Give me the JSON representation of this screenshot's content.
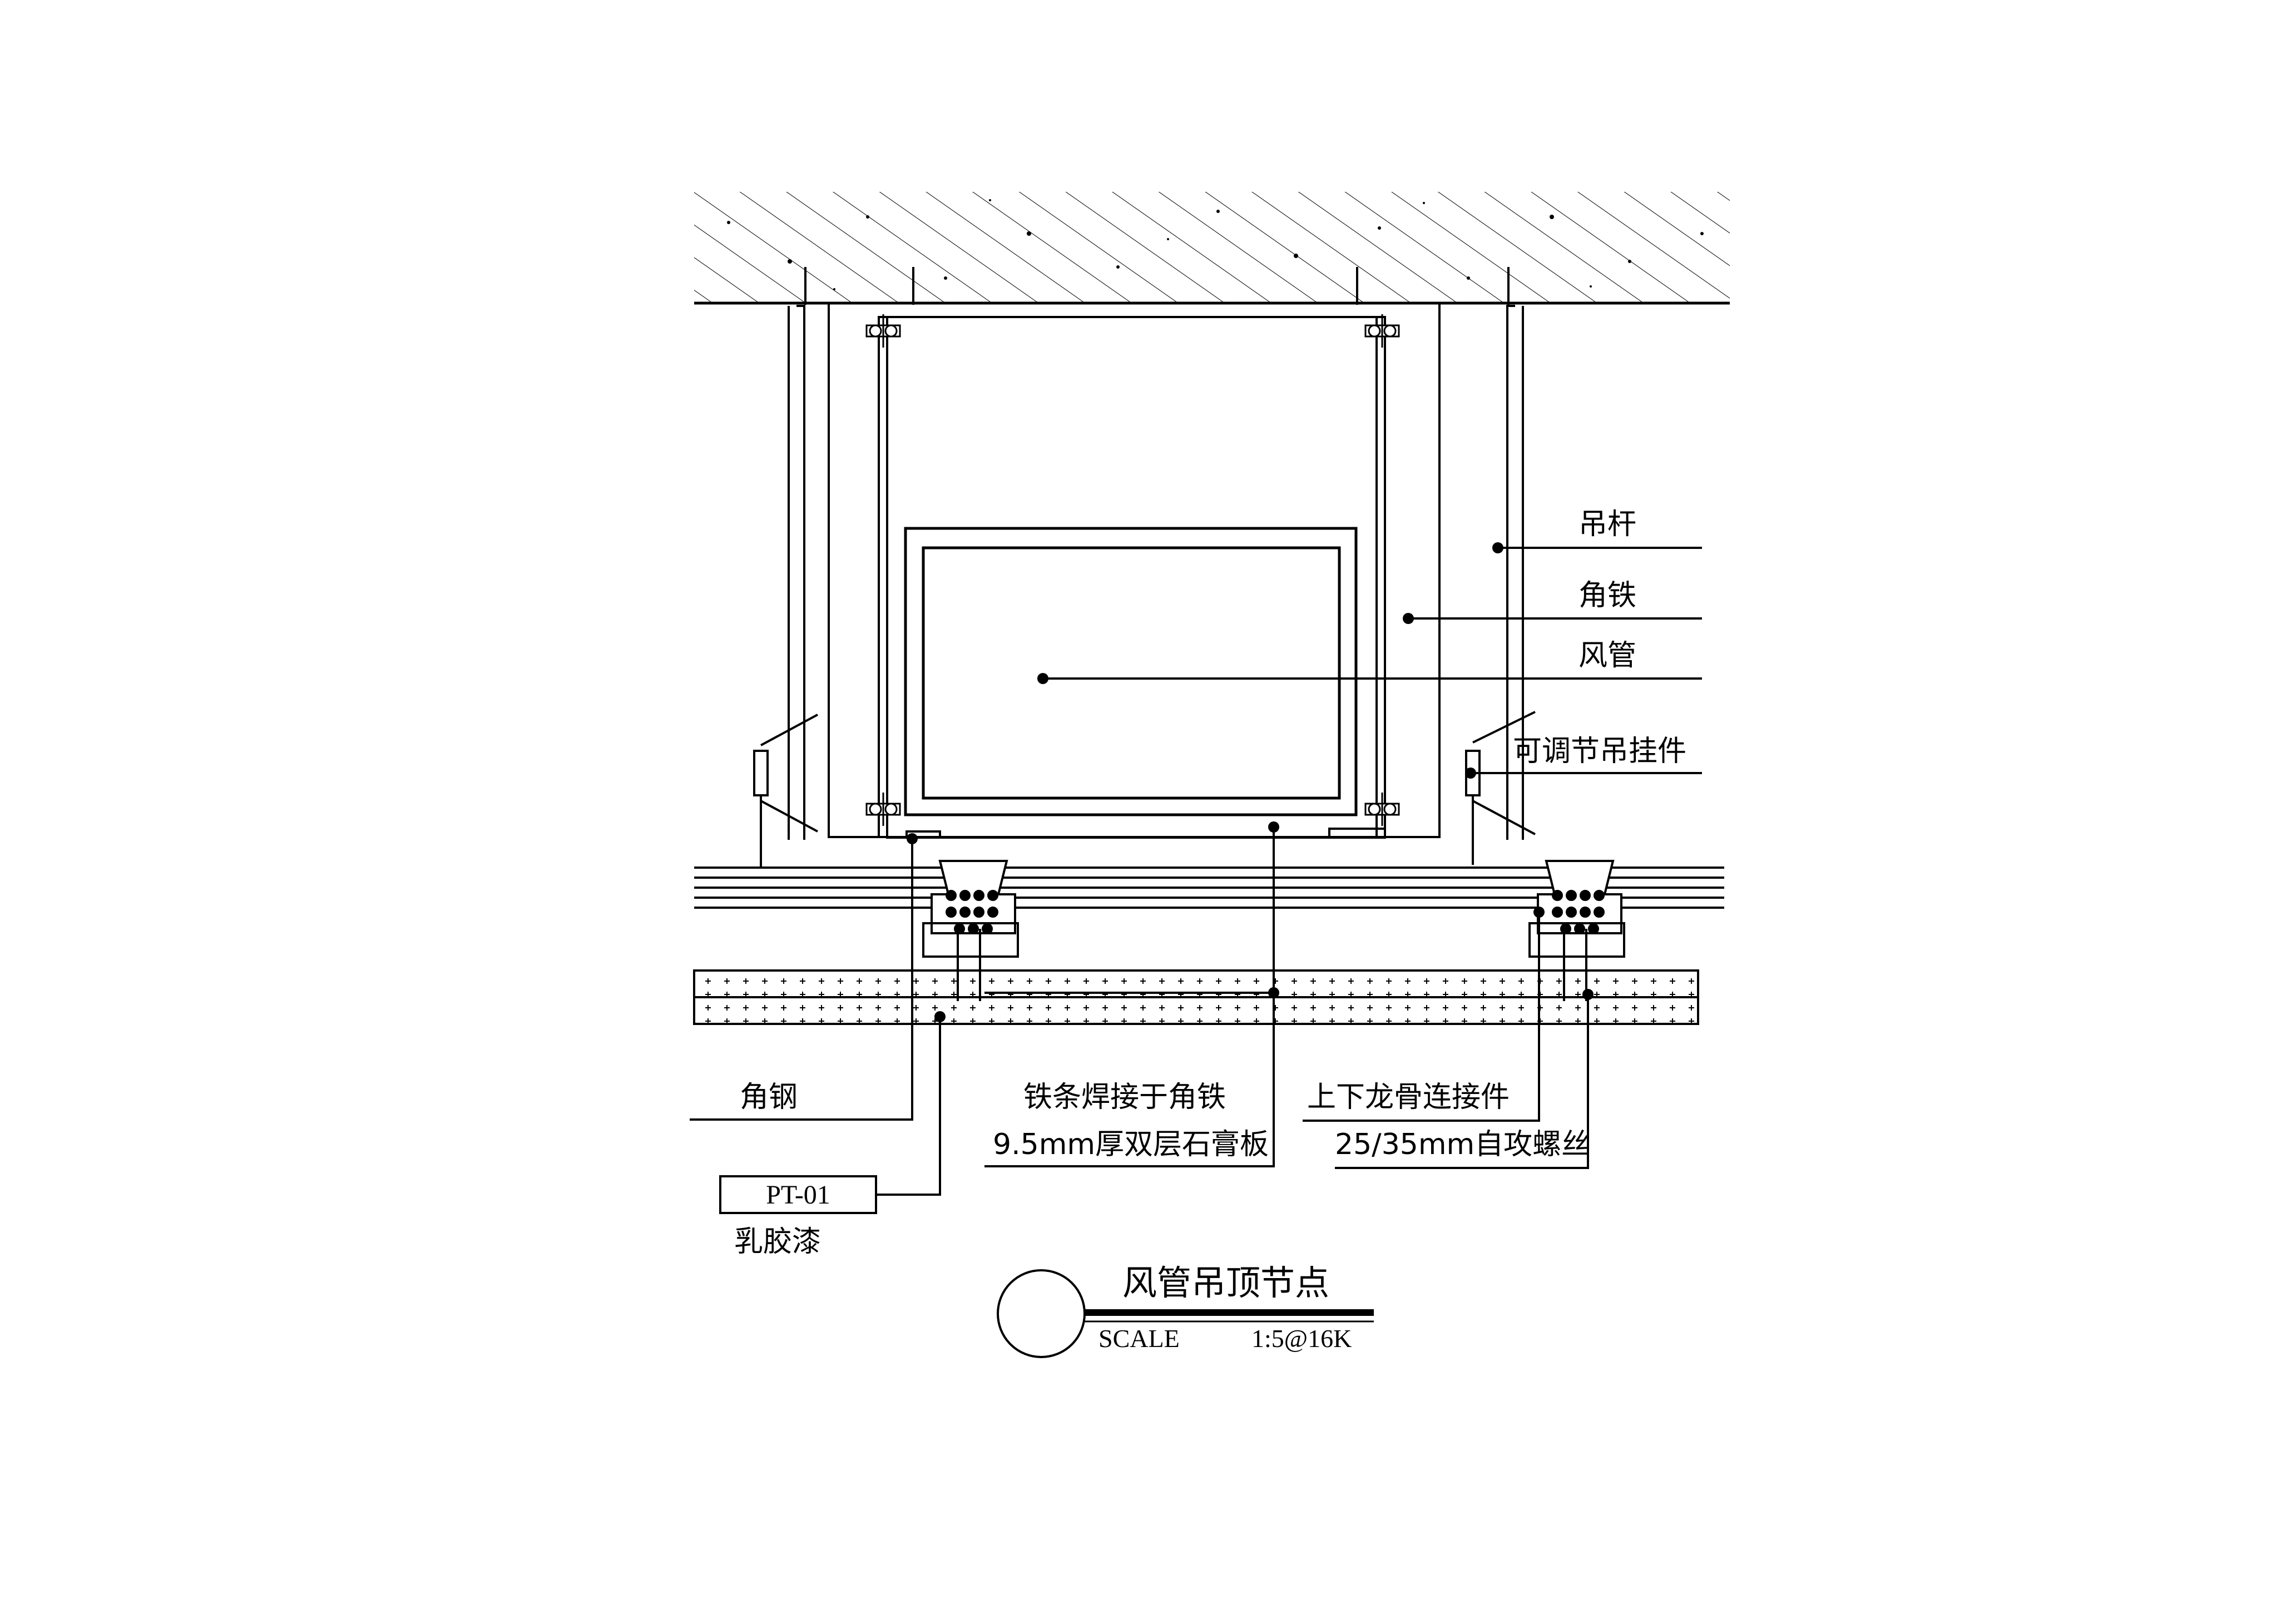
{
  "labels": {
    "hanger_rod": "吊杆",
    "angle_iron": "角铁",
    "air_duct": "风管",
    "adjustable_hanger": "可调节吊挂件",
    "angle_steel": "角钢",
    "iron_strip": "铁条焊接于角铁",
    "gypsum_board": "9.5mm厚双层石膏板",
    "keel_connector": "上下龙骨连接件",
    "self_tapping_screw": "25/35mm自攻螺丝",
    "finish_code": "PT-01",
    "finish_name": "乳胶漆"
  },
  "title": {
    "name": "风管吊顶节点",
    "scale_label": "SCALE",
    "scale_value": "1:5@16K"
  },
  "colors": {
    "line": "#000000",
    "background": "#ffffff"
  }
}
